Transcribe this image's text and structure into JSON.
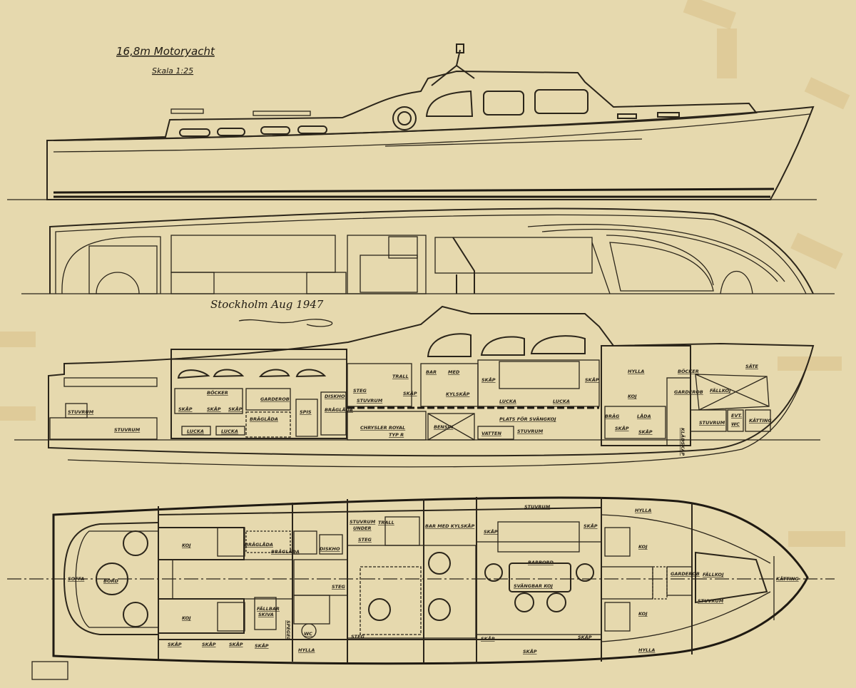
{
  "drawing": {
    "title": "16,8m  Motoryacht",
    "scale": "Skala 1:25",
    "signature_place_date": "Stockholm Aug 1947",
    "colors": {
      "paper": "#e6d9ae",
      "ink": "#2b251a",
      "tape": "#d9c089"
    }
  },
  "section": {
    "labels": [
      "STUVRUM",
      "STUVRUM",
      "SKÅP",
      "BÖCKER",
      "SKÅP",
      "SKÅP",
      "GARDEROB",
      "BRÄGLÅDA",
      "LUCKA",
      "LUCKA",
      "SPIS",
      "DISKHO",
      "BRÄGLÅDA",
      "STEG",
      "STUVRUM",
      "TRALL",
      "SKÅP",
      "BAR",
      "MED",
      "KYLSKÅP",
      "SKÅP",
      "LUCKA",
      "LUCKA",
      "SKÅP",
      "CHRYSLER ROYAL",
      "TYP R",
      "BENSIN",
      "VATTEN",
      "PLATS FÖR SVÄNGKOJ",
      "STUVRUM",
      "HYLLA",
      "BÖCKER",
      "KOJ",
      "GARDEROB",
      "FÄLLKOJ",
      "SÄTE",
      "BRÄG",
      "LÅDA",
      "SKÅP",
      "SKÅP",
      "KLÄDSKÅP",
      "STUVRUM",
      "EVT.",
      "WC",
      "KÄTTING"
    ]
  },
  "plan": {
    "labels": [
      "SOFFA",
      "BORD",
      "KOJ",
      "KOJ",
      "BRÄGLÅDA",
      "BRÄGLÅDA",
      "DISKHO",
      "STEG",
      "FÄLLBAR",
      "SKIVA",
      "SPEGEL",
      "WC",
      "SKÅP",
      "SKÅP",
      "SKÅP",
      "SKÅP",
      "HYLLA",
      "STUVRUM",
      "UNDER",
      "TRALL",
      "STEG",
      "STEG",
      "BAR MED KYLSKÅP",
      "SKÅP",
      "STUVRUM",
      "SKÅP",
      "BARBORD",
      "SVÄNGBAR KOJ",
      "SKÅP",
      "SKÅP",
      "SKÅP",
      "HYLLA",
      "KOJ",
      "KOJ",
      "GARDEROB",
      "FÄLLKOJ",
      "STUVRUM",
      "KÄTTING",
      "HYLLA"
    ]
  }
}
